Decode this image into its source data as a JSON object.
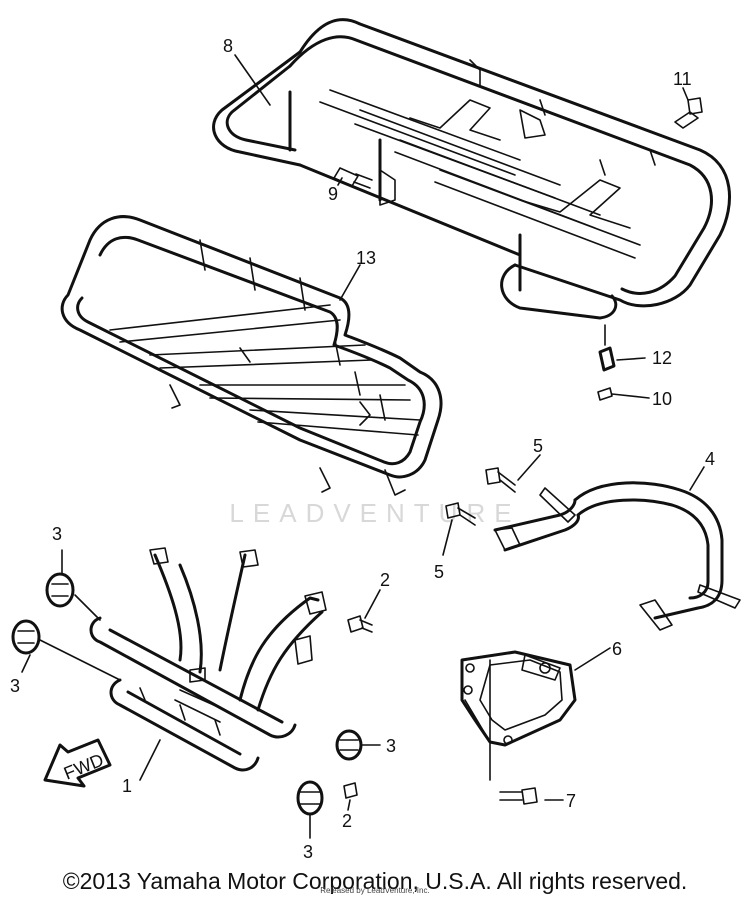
{
  "watermark": "LEADVENTURE",
  "copyright": "©2013 Yamaha Motor Corporation, U.S.A. All rights reserved.",
  "released_by": "Released by LeadVenture, Inc.",
  "fwd_label": "FWD",
  "callouts": {
    "p1": "1",
    "p2a": "2",
    "p2b": "2",
    "p3a": "3",
    "p3b": "3",
    "p3c": "3",
    "p3d": "3",
    "p4": "4",
    "p5a": "5",
    "p5b": "5",
    "p6": "6",
    "p7": "7",
    "p8": "8",
    "p9": "9",
    "p10": "10",
    "p11": "11",
    "p12": "12",
    "p13": "13"
  }
}
